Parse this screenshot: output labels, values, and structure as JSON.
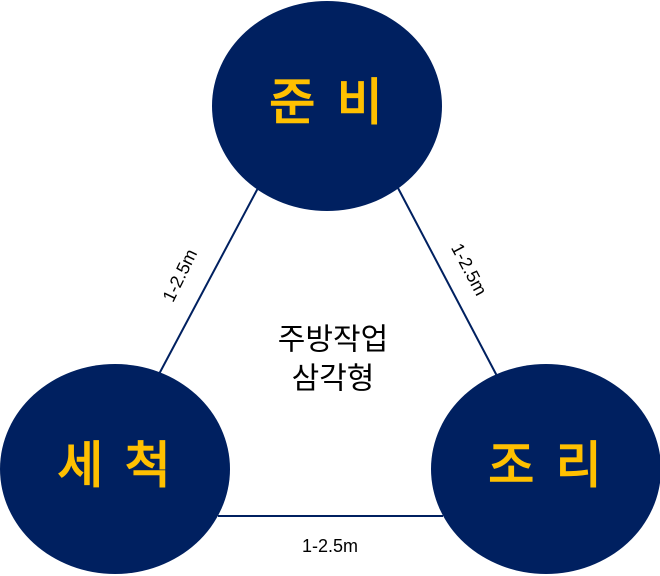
{
  "colors": {
    "node_fill": "#002060",
    "node_text": "#FFC000",
    "edge_line": "#002060",
    "text": "#000000"
  },
  "nodes": {
    "prep": {
      "label": "준 비"
    },
    "wash": {
      "label": "세 척"
    },
    "cook": {
      "label": "조 리"
    }
  },
  "edges": {
    "prep_wash": {
      "label": "1-2.5m"
    },
    "prep_cook": {
      "label": "1-2.5m"
    },
    "wash_cook": {
      "label": "1-2.5m"
    }
  },
  "center": {
    "line1": "주방작업",
    "line2": "삼각형"
  }
}
